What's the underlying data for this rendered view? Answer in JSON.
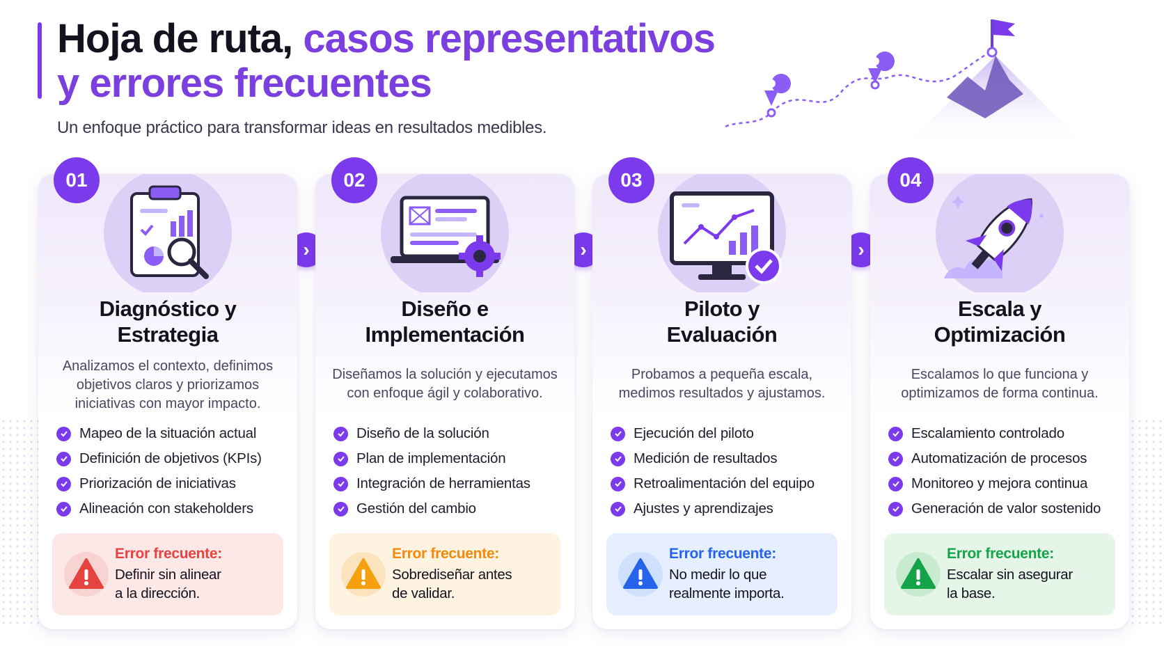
{
  "header": {
    "title_dark": "Hoja de ruta,",
    "title_purple_line1": "casos representativos",
    "title_purple_line2": "y errores frecuentes",
    "subtitle": "Un enfoque práctico para transformar ideas en resultados medibles."
  },
  "colors": {
    "accent": "#7c3aed",
    "error_red": "#e4433f",
    "error_orange": "#f08a0c",
    "error_blue": "#2563eb",
    "error_green": "#15a34a"
  },
  "steps": [
    {
      "number": "01",
      "title_line1": "Diagnóstico y",
      "title_line2": "Estrategia",
      "description": "Analizamos el contexto, definimos objetivos claros y priorizamos iniciativas con mayor impacto.",
      "icon": "clipboard-analysis-icon",
      "bullets": [
        "Mapeo de la situación actual",
        "Definición de objetivos (KPIs)",
        "Priorización de iniciativas",
        "Alineación con stakeholders"
      ],
      "error_label": "Error frecuente:",
      "error_line1": "Definir sin alinear",
      "error_line2": "a la dirección."
    },
    {
      "number": "02",
      "title_line1": "Diseño e",
      "title_line2": "Implementación",
      "description": "Diseñamos la solución y ejecutamos con enfoque ágil y colaborativo.",
      "icon": "laptop-gear-icon",
      "bullets": [
        "Diseño de la solución",
        "Plan de implementación",
        "Integración de herramientas",
        "Gestión del cambio"
      ],
      "error_label": "Error frecuente:",
      "error_line1": "Sobrediseñar antes",
      "error_line2": "de validar."
    },
    {
      "number": "03",
      "title_line1": "Piloto y",
      "title_line2": "Evaluación",
      "description": "Probamos a pequeña escala, medimos resultados y ajustamos.",
      "icon": "monitor-chart-icon",
      "bullets": [
        "Ejecución del piloto",
        "Medición de resultados",
        "Retroalimentación del equipo",
        "Ajustes y aprendizajes"
      ],
      "error_label": "Error frecuente:",
      "error_line1": "No medir lo que",
      "error_line2": "realmente importa."
    },
    {
      "number": "04",
      "title_line1": "Escala y",
      "title_line2": "Optimización",
      "description": "Escalamos lo que funciona y optimizamos de forma continua.",
      "icon": "rocket-icon",
      "bullets": [
        "Escalamiento controlado",
        "Automatización de procesos",
        "Monitoreo y mejora continua",
        "Generación de valor sostenido"
      ],
      "error_label": "Error frecuente:",
      "error_line1": "Escalar sin asegurar",
      "error_line2": "la base."
    }
  ]
}
